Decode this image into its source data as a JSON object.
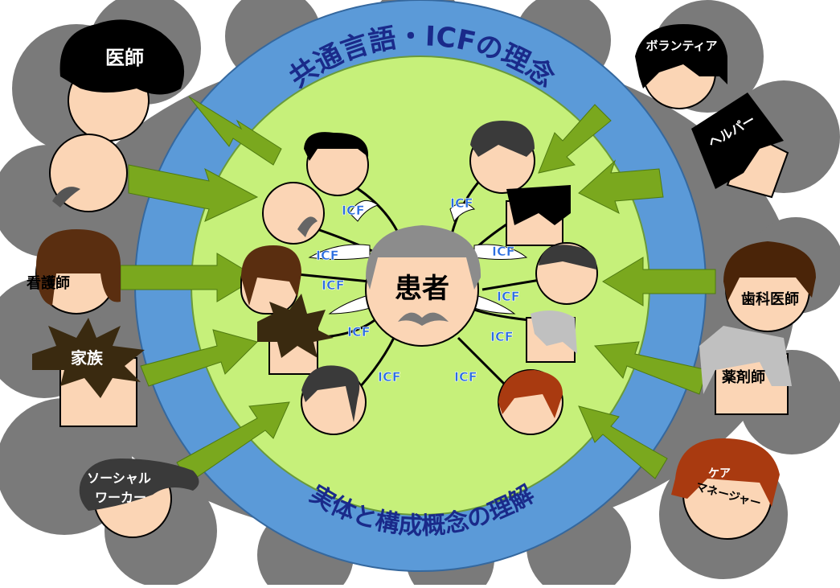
{
  "ring_top_text": "共通言語・ICFの理念",
  "ring_bottom_text": "実体と構成概念の理解",
  "center_label": "患者",
  "icf_label": "ICF",
  "outer_roles": [
    {
      "id": "doctor",
      "label": "医師"
    },
    {
      "id": "nurse",
      "label": "看護師"
    },
    {
      "id": "family",
      "label": "家族"
    },
    {
      "id": "social-worker",
      "label": "ソーシャル ワーカー",
      "lines": [
        "ソーシャル",
        "ワーカー"
      ]
    },
    {
      "id": "volunteer",
      "label": "ボランティア"
    },
    {
      "id": "helper",
      "label": "ヘルパー"
    },
    {
      "id": "dentist",
      "label": "歯科医師"
    },
    {
      "id": "pharmacist",
      "label": "薬剤師"
    },
    {
      "id": "care-manager",
      "label": "ケア マネージャー",
      "lines": [
        "ケア",
        "マネージャー"
      ]
    }
  ],
  "colors": {
    "cloud": "#7a7a7a",
    "ring": "#5b9ad8",
    "inner": "#c6f07a",
    "arrow": "#7aa81e",
    "skin": "#fbd5b5",
    "text_on_ring": "#1a2a8a",
    "icf_text": "#2a6de0"
  }
}
